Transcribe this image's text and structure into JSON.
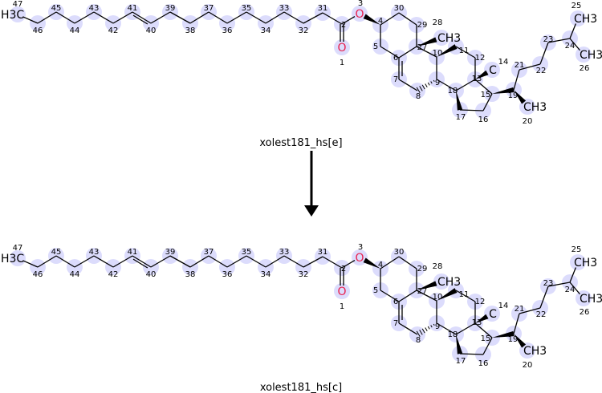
{
  "reaction": {
    "reactant": {
      "caption": "xolest181_hs[e]"
    },
    "product": {
      "caption": "xolest181_hs[c]"
    },
    "arrow": "arrow-down"
  },
  "atoms": [
    {
      "id": "47",
      "symbol": "H3C"
    },
    {
      "id": "46"
    },
    {
      "id": "45"
    },
    {
      "id": "44"
    },
    {
      "id": "43"
    },
    {
      "id": "42"
    },
    {
      "id": "41"
    },
    {
      "id": "40"
    },
    {
      "id": "39"
    },
    {
      "id": "38"
    },
    {
      "id": "37"
    },
    {
      "id": "36"
    },
    {
      "id": "35"
    },
    {
      "id": "34"
    },
    {
      "id": "33"
    },
    {
      "id": "32"
    },
    {
      "id": "31"
    },
    {
      "id": "2"
    },
    {
      "id": "1",
      "symbol": "O"
    },
    {
      "id": "3",
      "symbol": "O"
    },
    {
      "id": "4"
    },
    {
      "id": "5"
    },
    {
      "id": "30"
    },
    {
      "id": "29"
    },
    {
      "id": "27"
    },
    {
      "id": "28",
      "symbol": "CH3"
    },
    {
      "id": "6"
    },
    {
      "id": "7"
    },
    {
      "id": "8"
    },
    {
      "id": "9"
    },
    {
      "id": "10"
    },
    {
      "id": "11"
    },
    {
      "id": "12"
    },
    {
      "id": "13"
    },
    {
      "id": "14",
      "symbol": "C"
    },
    {
      "id": "18"
    },
    {
      "id": "15"
    },
    {
      "id": "16"
    },
    {
      "id": "17"
    },
    {
      "id": "19"
    },
    {
      "id": "20",
      "symbol": "CH3"
    },
    {
      "id": "21"
    },
    {
      "id": "22"
    },
    {
      "id": "23"
    },
    {
      "id": "24"
    },
    {
      "id": "25",
      "symbol": "CH3"
    },
    {
      "id": "26",
      "symbol": "CH3"
    }
  ],
  "colors": {
    "highlight": "#dcdcfc",
    "oxygen": "#e8204e",
    "bond": "#000000"
  }
}
